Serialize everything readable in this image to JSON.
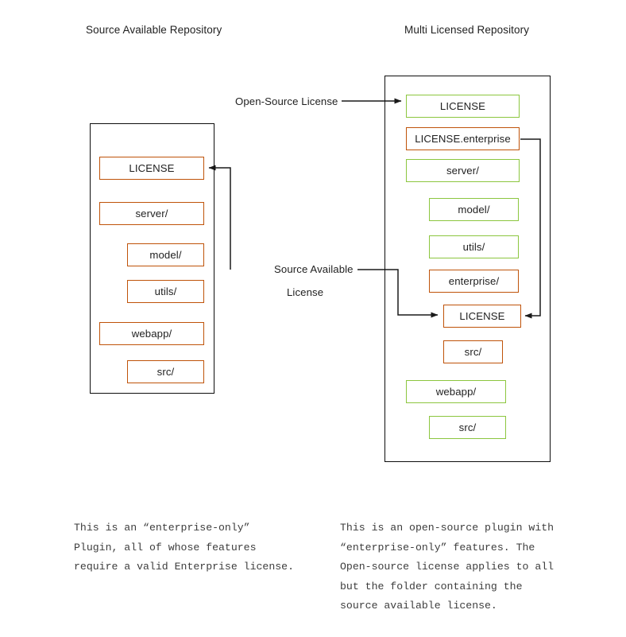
{
  "diagram": {
    "title_left": "Source Available Repository",
    "title_right": "Multi Licensed Repository",
    "colors": {
      "open_source": "#8cc63f",
      "source_available": "#bf5309",
      "frame": "#0d0d0d",
      "connector": "#1a1a1a",
      "background": "#ffffff"
    }
  },
  "left_repo": {
    "label": "Source Available Repository",
    "nodes": [
      {
        "label": "LICENSE",
        "license": "source-available",
        "indent": 0
      },
      {
        "label": "server/",
        "license": "source-available",
        "indent": 0
      },
      {
        "label": "model/",
        "license": "source-available",
        "indent": 1
      },
      {
        "label": "utils/",
        "license": "source-available",
        "indent": 1
      },
      {
        "label": "webapp/",
        "license": "source-available",
        "indent": 0
      },
      {
        "label": "src/",
        "license": "source-available",
        "indent": 1
      }
    ]
  },
  "right_repo": {
    "label": "Multi Licensed Repository",
    "nodes": [
      {
        "label": "LICENSE",
        "license": "open-source",
        "indent": 0
      },
      {
        "label": "LICENSE.enterprise",
        "license": "source-available",
        "indent": 0
      },
      {
        "label": "server/",
        "license": "open-source",
        "indent": 0
      },
      {
        "label": "model/",
        "license": "open-source",
        "indent": 1
      },
      {
        "label": "utils/",
        "license": "open-source",
        "indent": 1
      },
      {
        "label": "enterprise/",
        "license": "source-available",
        "indent": 1
      },
      {
        "label": "LICENSE",
        "license": "source-available",
        "indent": 1
      },
      {
        "label": "src/",
        "license": "source-available",
        "indent": 1
      },
      {
        "label": "webapp/",
        "license": "open-source",
        "indent": 0
      },
      {
        "label": "src/",
        "license": "open-source",
        "indent": 1
      }
    ]
  },
  "edges": {
    "open_source_label": "Open-Source License",
    "source_available_label_line1": "Source Available",
    "source_available_label_line2": "License"
  },
  "captions": {
    "left": "This is an “enterprise-only”\nPlugin, all of whose features\nrequire a valid Enterprise license.",
    "right": "This is an open-source plugin with\n“enterprise-only” features. The\nOpen-source license applies to all\nbut the folder containing the\nsource available license."
  }
}
